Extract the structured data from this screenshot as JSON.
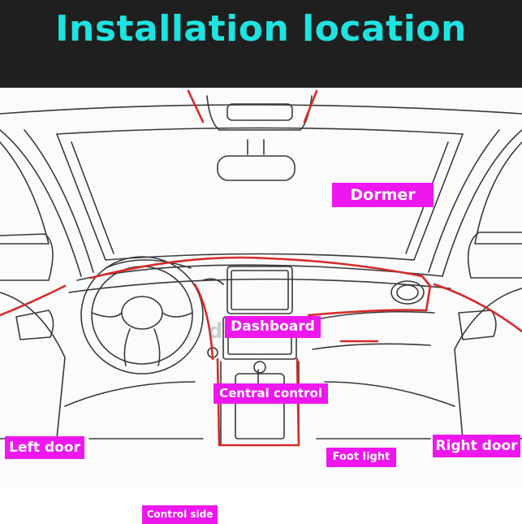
{
  "title": "Installation location",
  "watermark": "dubizzle",
  "labels": {
    "dormer": "Dormer",
    "dashboard": "Dashboard",
    "central_control": "Central control",
    "left_door": "Left door",
    "right_door": "Right door",
    "foot_light": "Foot light",
    "control_side": "Control side"
  },
  "colors": {
    "header_bg": "#1f1f1f",
    "title": "#1ee3e0",
    "label_bg": "#ee17ee",
    "label_text": "#ffffff",
    "light_strip": "#d62a2a"
  }
}
